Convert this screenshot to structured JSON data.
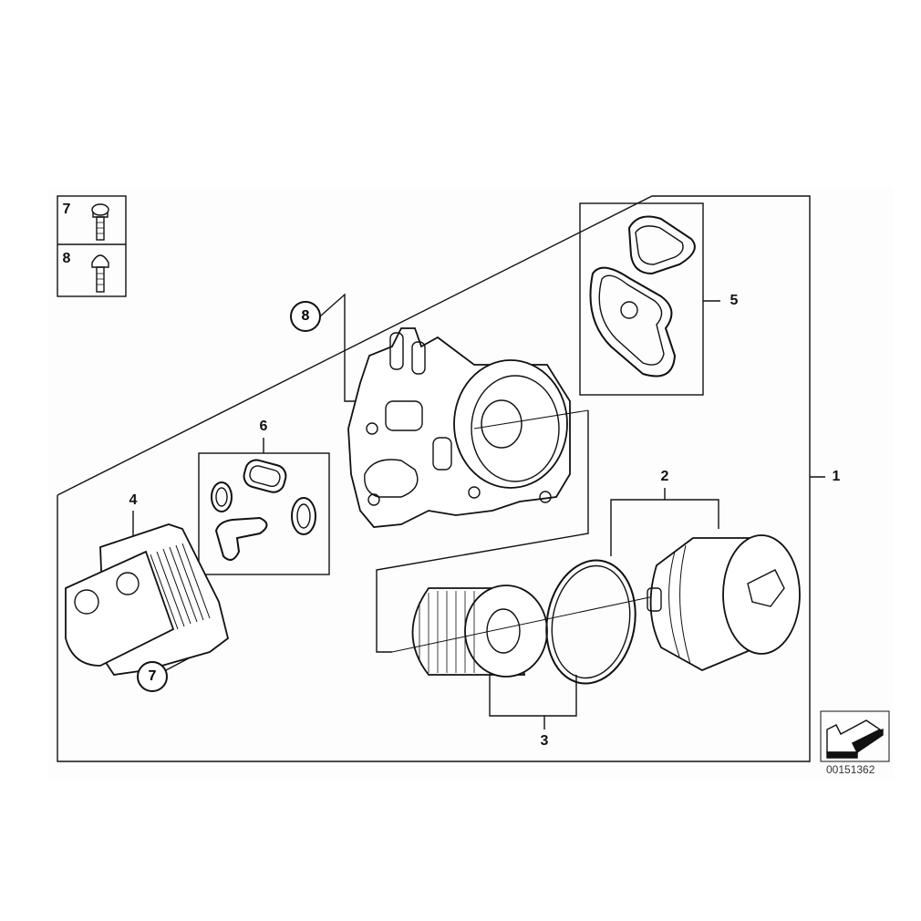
{
  "diagram": {
    "reference_number": "00151362",
    "legend": [
      {
        "label": "7",
        "part": "screw-icon"
      },
      {
        "label": "8",
        "part": "bolt-icon"
      }
    ],
    "callouts": {
      "c1": "1",
      "c2": "2",
      "c3": "3",
      "c4": "4",
      "c5": "5",
      "c6": "6",
      "c7": "7",
      "c8": "8"
    },
    "colors": {
      "line": "#111111",
      "background": "#ffffff"
    }
  }
}
